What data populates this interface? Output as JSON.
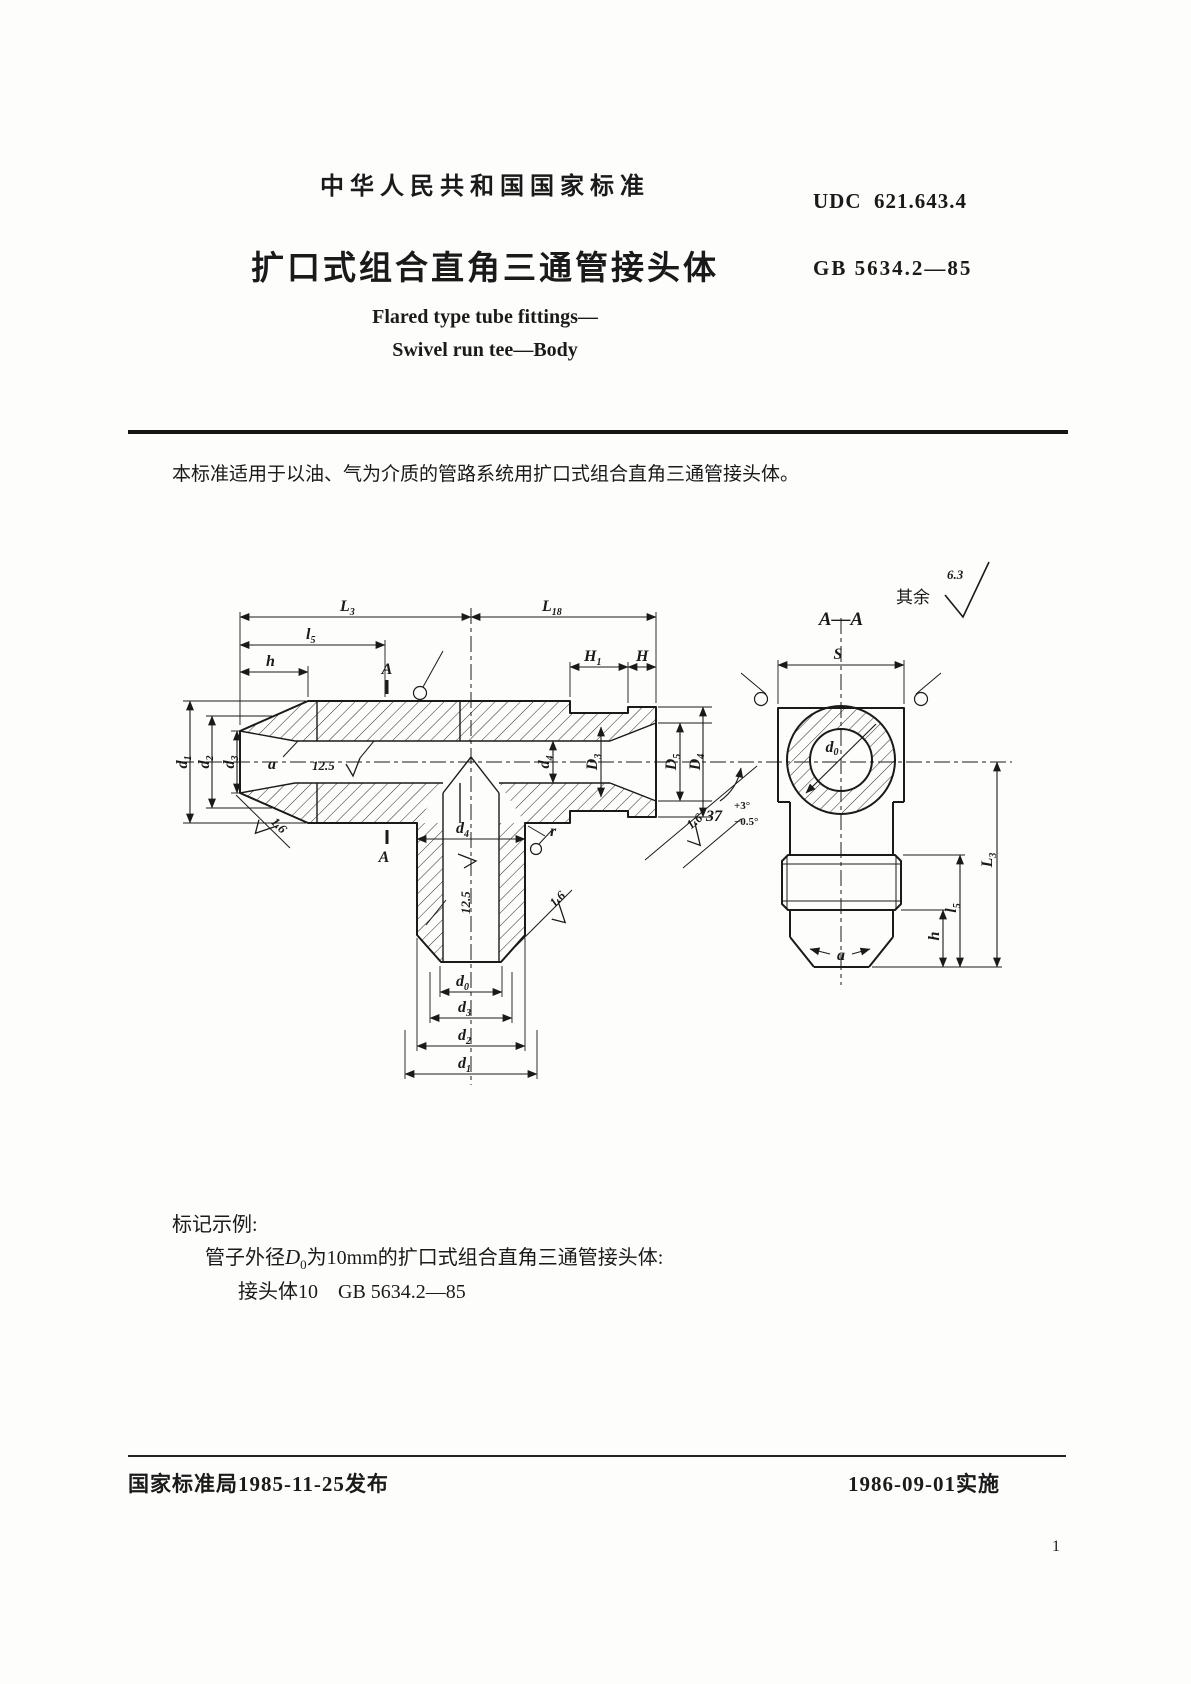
{
  "header": {
    "standard_org": "中华人民共和国国家标准",
    "udc": "UDC  621.643.4",
    "title_zh": "扩口式组合直角三通管接头体",
    "standard_no": "GB 5634.2—85",
    "title_en_line1": "Flared type tube fittings—",
    "title_en_line2": "Swivel run tee—Body"
  },
  "body": {
    "scope": "本标准适用于以油、气为介质的管路系统用扩口式组合直角三通管接头体。"
  },
  "drawing": {
    "surface_note": "其余",
    "surface_value": "6.3",
    "section_title": "A—A",
    "roughness": {
      "r125": "12.5",
      "r16": "1.6"
    },
    "angle": {
      "value": "37",
      "tol_plus": "+3°",
      "tol_minus": "−0.5°"
    },
    "dims": {
      "L3": [
        "L",
        "3"
      ],
      "L18": [
        "L",
        "18"
      ],
      "l5": [
        "l",
        "5"
      ],
      "h": "h",
      "H1": [
        "H",
        "1"
      ],
      "H": "H",
      "A": "A",
      "S": "S",
      "a": "a",
      "r": "r",
      "d0": [
        "d",
        "0"
      ],
      "d1": [
        "d",
        "1"
      ],
      "d2": [
        "d",
        "2"
      ],
      "d3": [
        "d",
        "3"
      ],
      "d4": [
        "d",
        "4"
      ],
      "D3": [
        "D",
        "3"
      ],
      "D4": [
        "D",
        "4"
      ],
      "D5": [
        "D",
        "5"
      ]
    }
  },
  "example": {
    "heading": "标记示例:",
    "line1_prefix": "管子外径",
    "line1_symbol": "D",
    "line1_sub": "0",
    "line1_suffix": "为10mm的扩口式组合直角三通管接头体:",
    "line2": "接头体10    GB 5634.2—85"
  },
  "footer": {
    "issued": "国家标准局1985-11-25发布",
    "implemented": "1986-09-01实施",
    "page": "1"
  }
}
